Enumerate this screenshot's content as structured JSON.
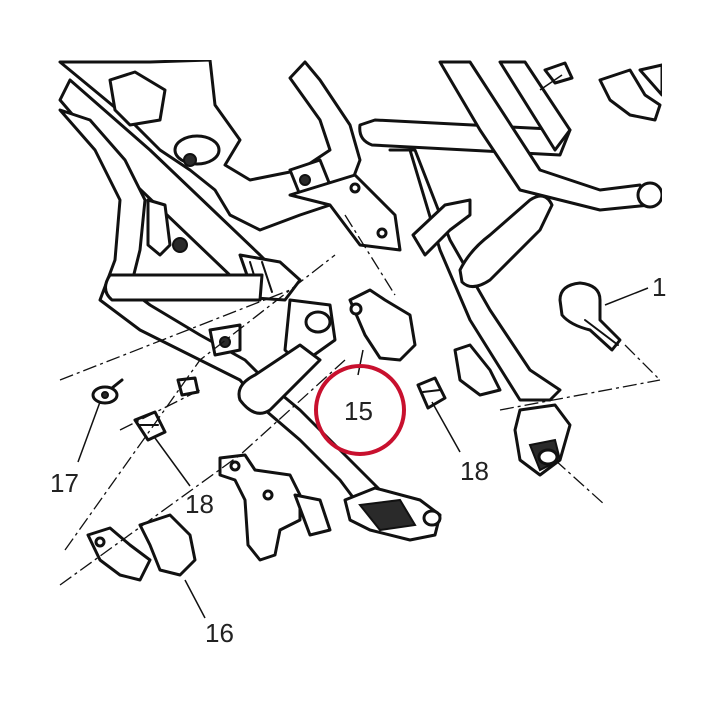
{
  "diagram": {
    "callouts": {
      "c15": "15",
      "c16": "16",
      "c17": "17",
      "c18a": "18",
      "c18b": "18",
      "c1": "1"
    },
    "highlight_color": "#c8102e"
  }
}
